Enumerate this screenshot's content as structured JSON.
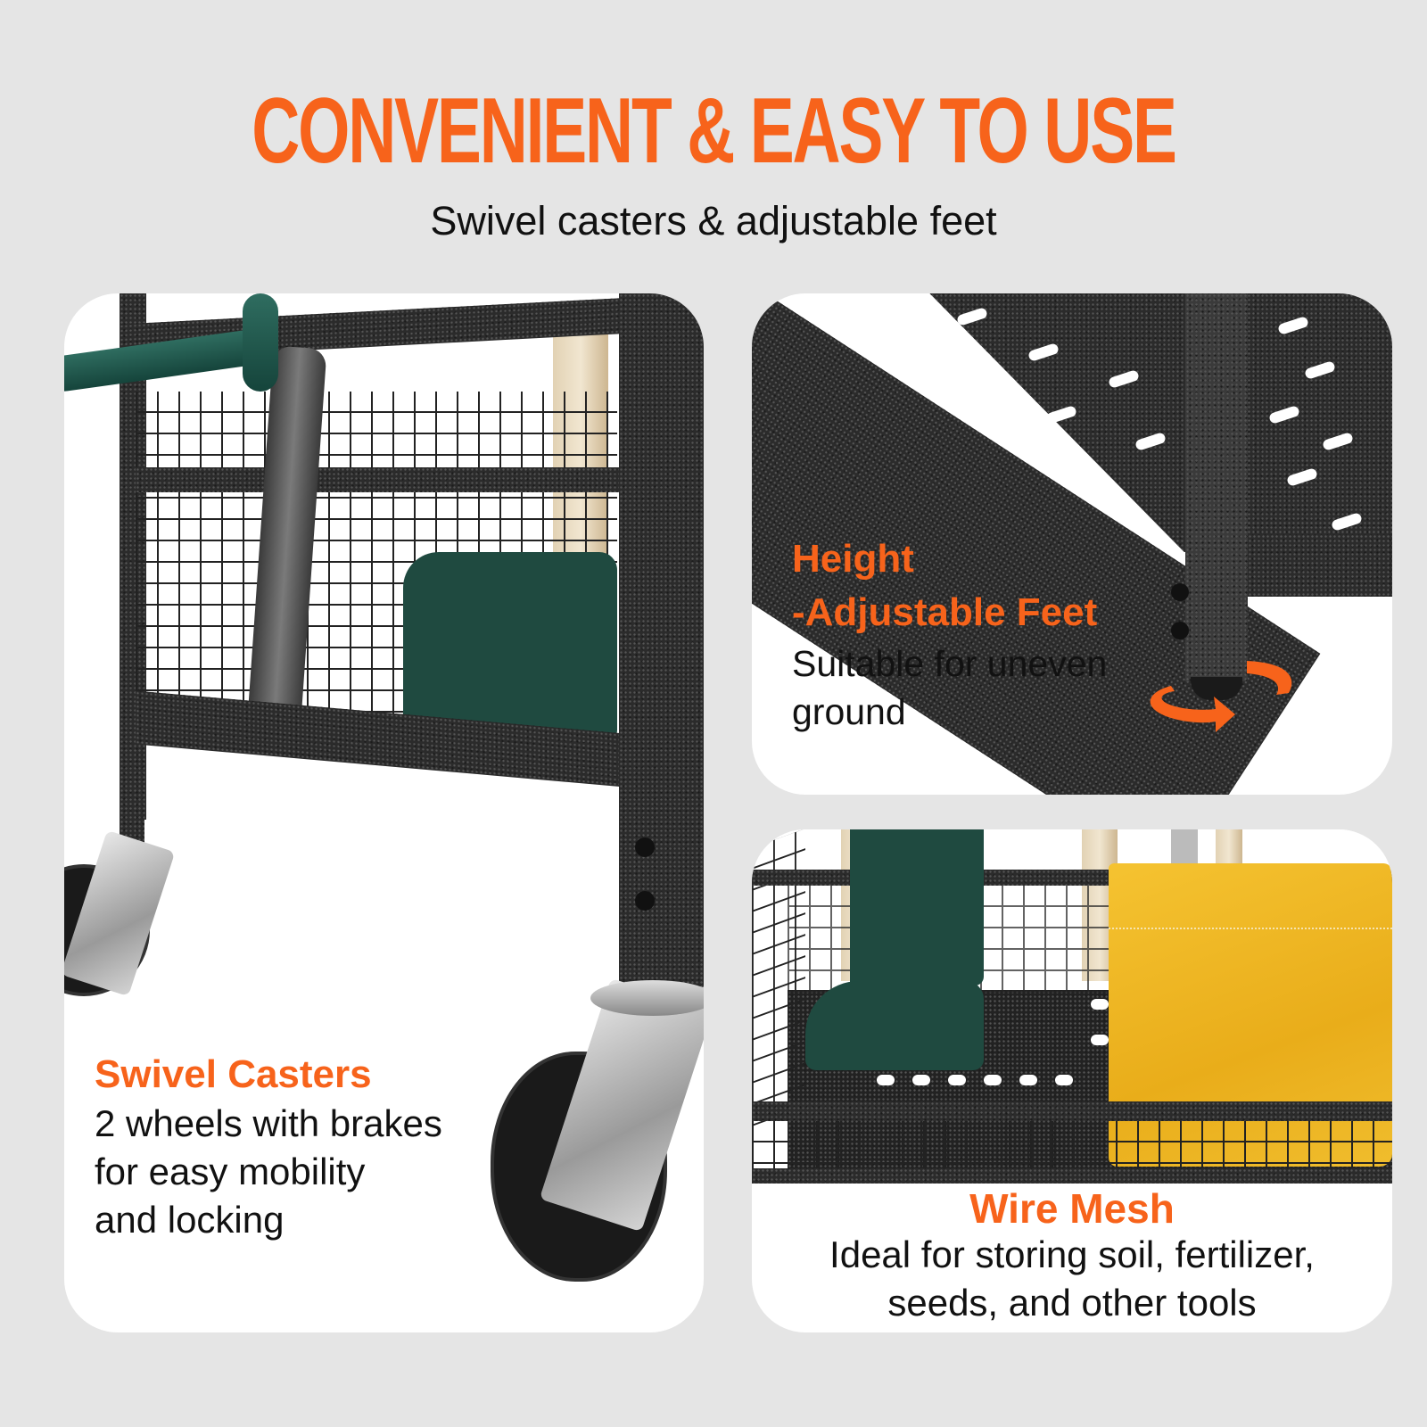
{
  "header": {
    "title": "CONVENIENT & EASY TO USE",
    "subtitle": "Swivel casters & adjustable feet"
  },
  "colors": {
    "accent": "#f7631b",
    "background": "#e5e5e5",
    "panel": "#ffffff",
    "text": "#111111"
  },
  "panels": [
    {
      "id": "swivel-casters",
      "heading": "Swivel Casters",
      "lines": [
        "2 wheels with brakes",
        "for easy mobility",
        "and locking"
      ],
      "image": "cart-frame-with-swivel-casters"
    },
    {
      "id": "adjustable-feet",
      "heading_line1": "Height",
      "heading_line2": "-Adjustable Feet",
      "lines": [
        "Suitable for uneven",
        "ground"
      ],
      "image": "leveling-foot-with-rotate-arrows",
      "icon": "rotate-arrow-icon"
    },
    {
      "id": "wire-mesh",
      "heading": "Wire Mesh",
      "lines": [
        "Ideal for storing soil, fertilizer,",
        "seeds, and other tools"
      ],
      "image": "mesh-basket-with-boot-and-bag"
    }
  ]
}
